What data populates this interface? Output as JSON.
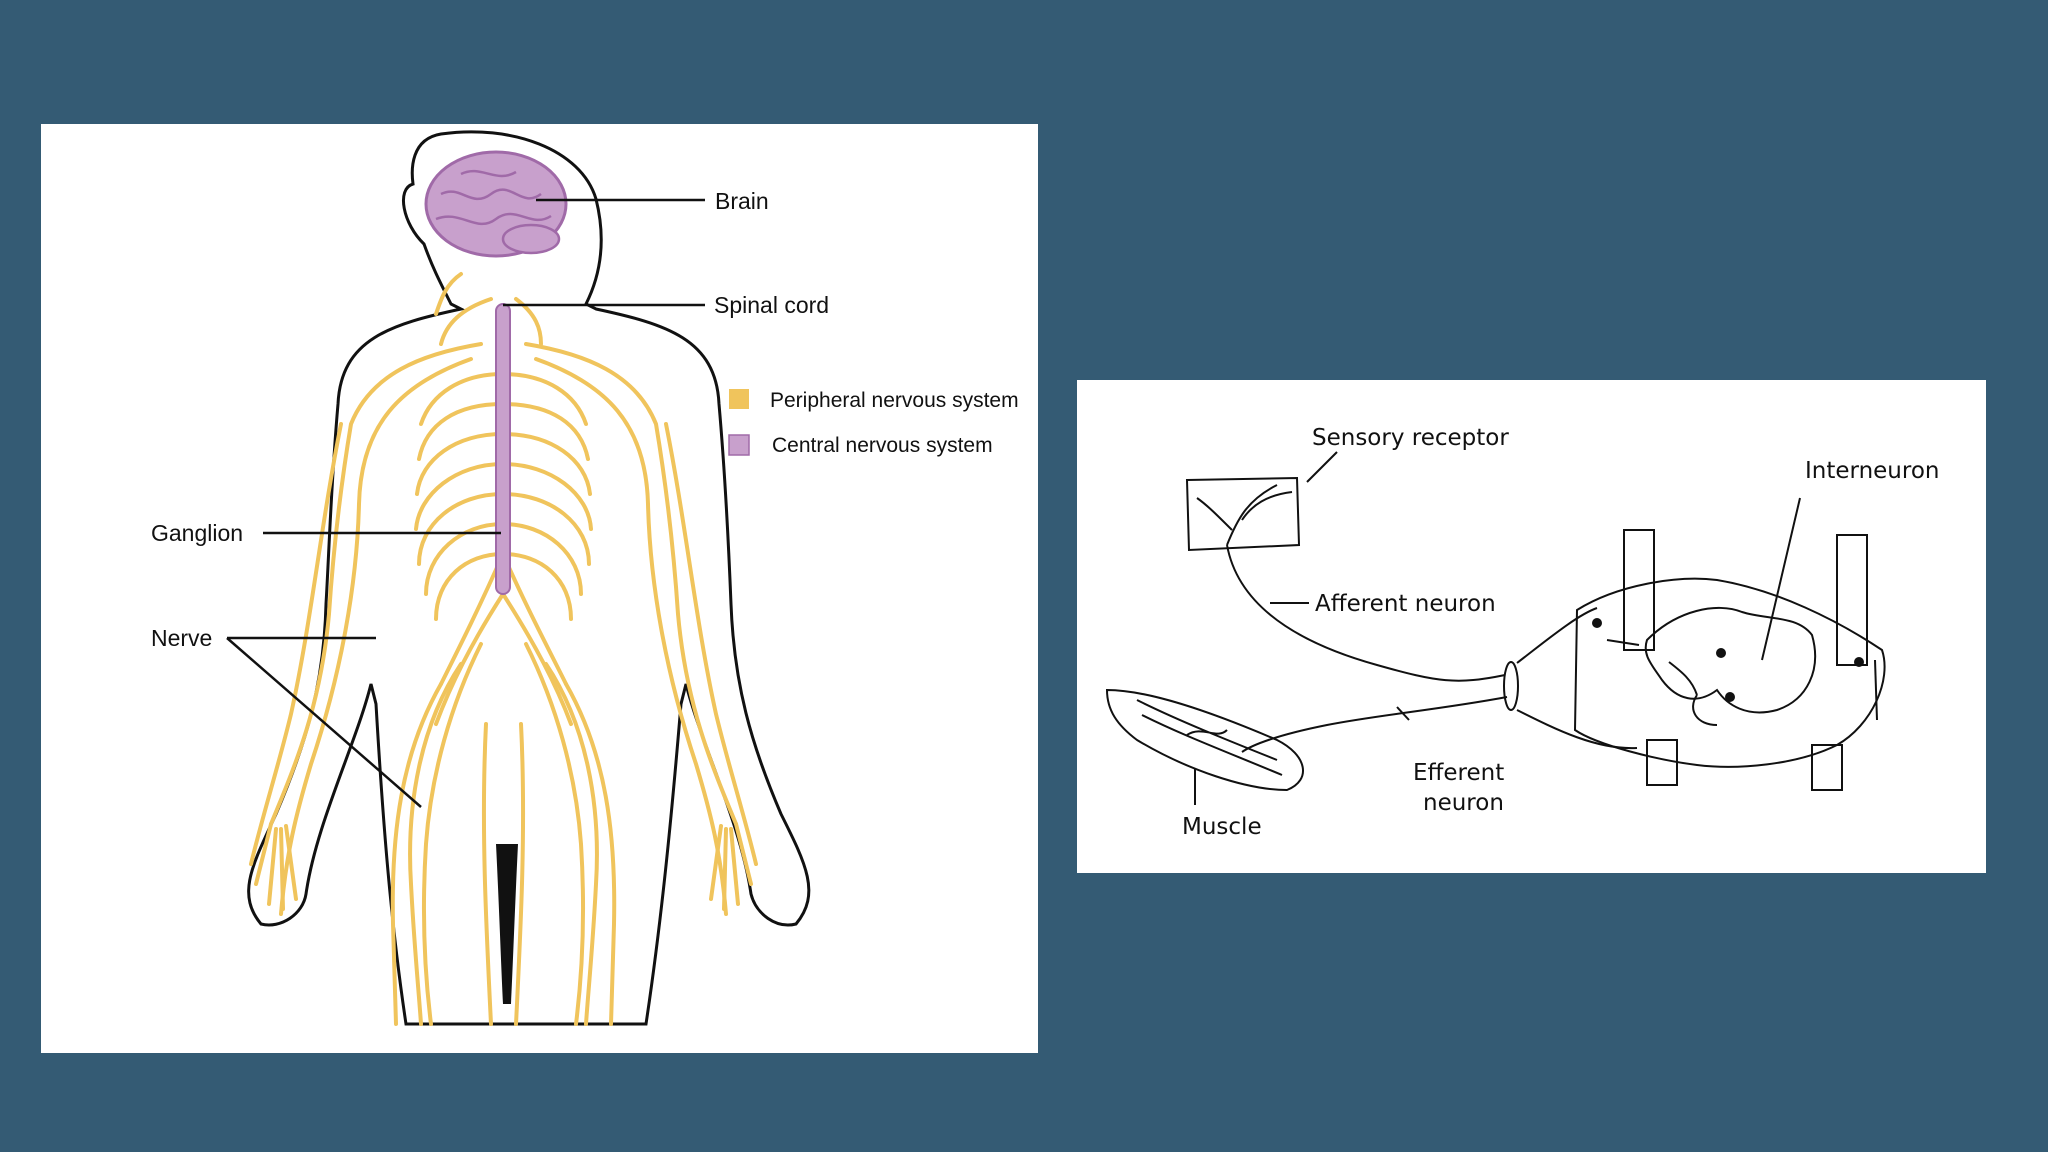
{
  "colors": {
    "background": "#345b74",
    "peripheral": "#f0c45c",
    "central": "#c8a0cc",
    "central_stroke": "#a06aa8"
  },
  "left_diagram": {
    "labels": {
      "brain": "Brain",
      "spinal_cord": "Spinal cord",
      "ganglion": "Ganglion",
      "nerve": "Nerve"
    },
    "legend": [
      {
        "label": "Peripheral nervous system",
        "color": "#f0c45c"
      },
      {
        "label": "Central nervous system",
        "color": "#c8a0cc"
      }
    ]
  },
  "right_diagram": {
    "labels": {
      "sensory_receptor": "Sensory receptor",
      "interneuron": "Interneuron",
      "afferent_neuron": "Afferent neuron",
      "efferent_line1": "Efferent",
      "efferent_line2": "neuron",
      "muscle": "Muscle"
    }
  }
}
